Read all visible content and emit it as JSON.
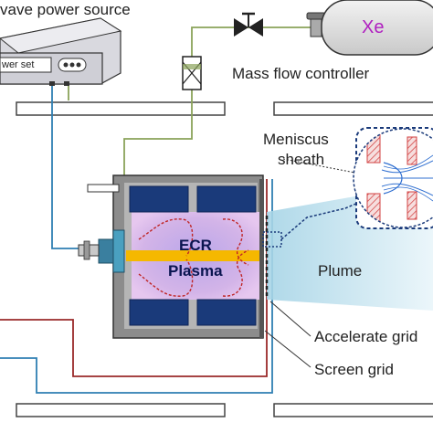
{
  "title_partial": "vave power source",
  "power_supply": {
    "label": "wer set",
    "connector_icon": "dual-port-connector-icon"
  },
  "gas": {
    "tank_label": "Xe",
    "mfc_label": "Mass flow controller",
    "valve_icon": "valve-icon"
  },
  "thruster": {
    "plasma_line1": "ECR",
    "plasma_line2": "Plasma"
  },
  "labels": {
    "meniscus": "Meniscus",
    "sheath": "sheath",
    "plume": "Plume",
    "accelerate_grid": "Accelerate grid",
    "screen_grid": "Screen grid"
  },
  "colors": {
    "magnet": "#1a3a7a",
    "plasma": "#c6a4e2",
    "beam": "#f5b800",
    "wire_green": "#8aa35a",
    "wire_blue": "#2f7fb3",
    "wire_red": "#9a2a2a",
    "grid_hatch": "#d24040",
    "plume": "#bfe0ec",
    "tank_text": "#b020c0"
  }
}
